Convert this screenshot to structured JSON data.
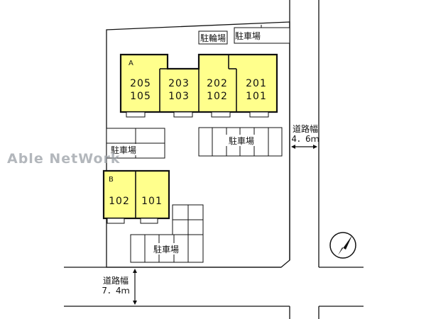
{
  "watermark": "Able NetWork",
  "labels": {
    "bicycle_parking": "駐輪場",
    "parking": "駐車場",
    "road_width": "道路幅"
  },
  "roads": {
    "east_width": "4．6ｍ",
    "south_width": "7．4ｍ"
  },
  "building_a": {
    "letter": "A",
    "units": [
      {
        "top": "205",
        "bottom": "105"
      },
      {
        "top": "203",
        "bottom": "103"
      },
      {
        "top": "202",
        "bottom": "102"
      },
      {
        "top": "201",
        "bottom": "101"
      }
    ]
  },
  "building_b": {
    "letter": "B",
    "units": [
      "102",
      "101"
    ]
  },
  "colors": {
    "building_fill": "#ffff8c",
    "outline": "#111111"
  },
  "icons": {
    "north": "north-arrow-icon"
  }
}
